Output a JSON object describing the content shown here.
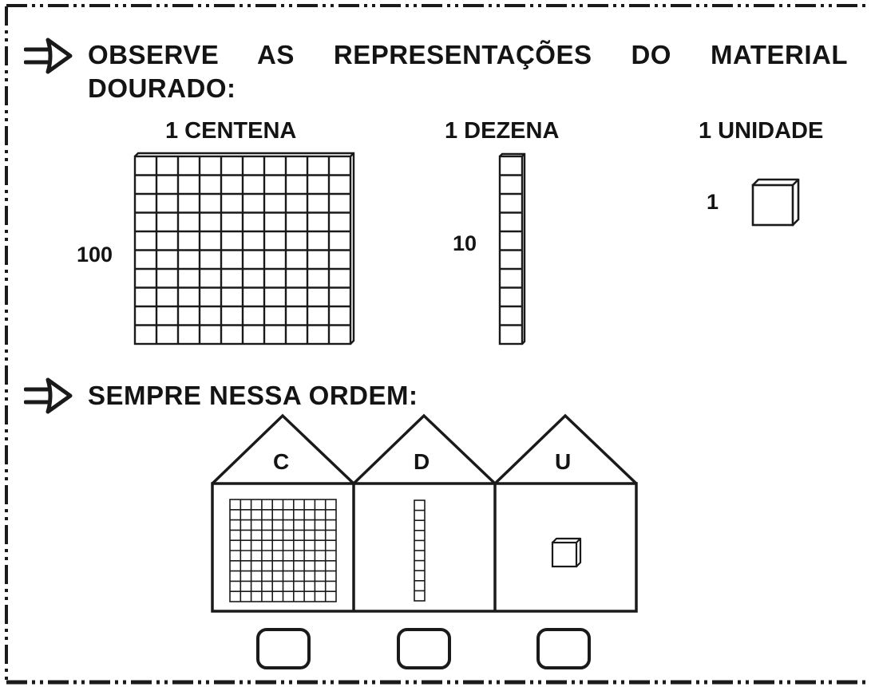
{
  "instruction_1": "OBSERVE AS REPRESENTAÇÕES DO MATERIAL",
  "instruction_1_line2": "DOURADO:",
  "instruction_2": "SEMPRE NESSA ORDEM:",
  "pieces": [
    {
      "title": "1 CENTENA",
      "value": "100"
    },
    {
      "title": "1 DEZENA",
      "value": "10"
    },
    {
      "title": "1 UNIDADE",
      "value": "1"
    }
  ],
  "houses": [
    {
      "letter": "C"
    },
    {
      "letter": "D"
    },
    {
      "letter": "U"
    }
  ],
  "icons": {
    "bullet": "right-arrow-icon"
  },
  "colors": {
    "ink": "#1a1a1a",
    "paper": "#ffffff"
  }
}
